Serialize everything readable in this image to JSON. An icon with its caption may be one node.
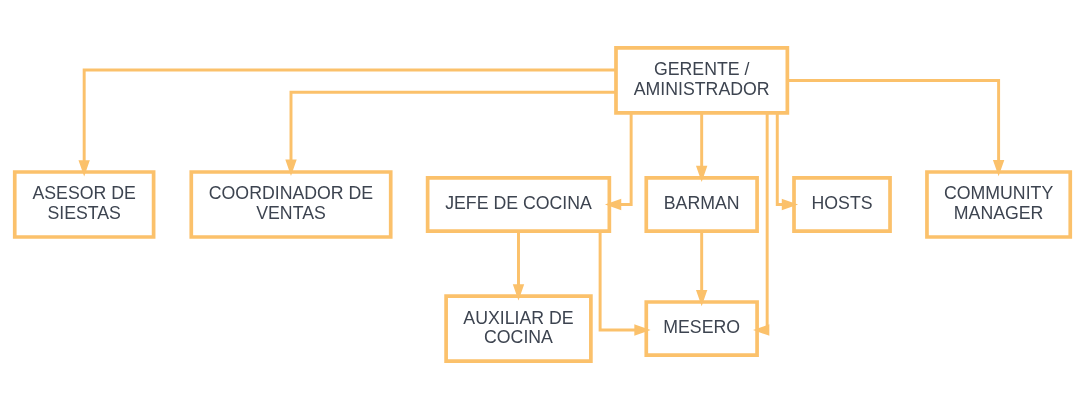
{
  "diagram": {
    "nodes": [
      {
        "text": [
          "GERENTE / AMINISTRADOR"
        ]
      },
      {
        "text": [
          "ASESOR DE SIESTAS"
        ]
      },
      {
        "text": [
          "COORDINADOR DE VENTAS"
        ]
      },
      {
        "text": [
          "JEFE DE COCINA"
        ]
      },
      {
        "text": [
          "BARMAN"
        ]
      },
      {
        "text": [
          "HOSTS"
        ]
      },
      {
        "text": [
          "COMMUNITY MANAGER"
        ]
      },
      {
        "text": [
          "AUXILIAR DE COCINA"
        ]
      },
      {
        "text": [
          "MESERO"
        ]
      }
    ],
    "edges": [
      {
        "from": 0,
        "to": 1,
        "arrow": "to"
      },
      {
        "from": 0,
        "to": 2,
        "arrow": "to"
      },
      {
        "from": 0,
        "to": 3,
        "arrow": "to"
      },
      {
        "from": 0,
        "to": 4,
        "arrow": "to"
      },
      {
        "from": 0,
        "to": 5,
        "arrow": "to"
      },
      {
        "from": 0,
        "to": 6,
        "arrow": "to"
      },
      {
        "from": 0,
        "to": 8,
        "arrow": "to"
      },
      {
        "from": 3,
        "to": 8,
        "arrow": "to"
      },
      {
        "from": 3,
        "to": 7,
        "arrow": "to"
      },
      {
        "from": 4,
        "to": 8,
        "arrow": "to"
      }
    ]
  }
}
